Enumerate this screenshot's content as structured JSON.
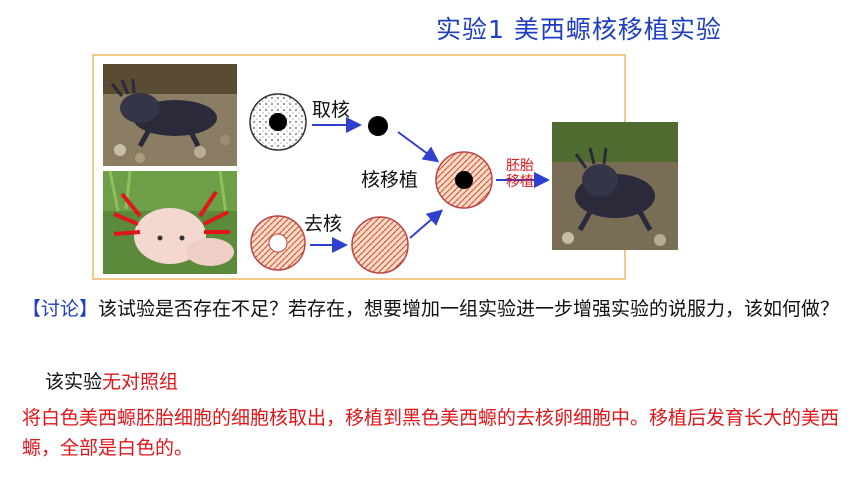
{
  "title": "实验1   美西螈核移植实验",
  "diagram": {
    "label_take_nucleus": "取核",
    "label_remove_nucleus": "去核",
    "label_nuclear_transfer": "核移植",
    "label_embryo_transfer_line1": "胚胎",
    "label_embryo_transfer_line2": "移植"
  },
  "discussion": {
    "bracket_label": "【讨论】",
    "question": "该试验是否存在不足？若存在，想要增加一组实验进一步增强实验的说服力，该如何做？"
  },
  "answer": {
    "prefix": "该实验",
    "highlight": "无对照组",
    "detail": "将白色美西螈胚胎细胞的细胞核取出，移植到黑色美西螈的去核卵细胞中。移植后发育长大的美西螈，全部是白色的。"
  },
  "colors": {
    "title_blue": "#1f3fbf",
    "answer_red": "#e0161b",
    "frame_border": "#f2c98a",
    "arrow_blue": "#2f3fd0"
  }
}
